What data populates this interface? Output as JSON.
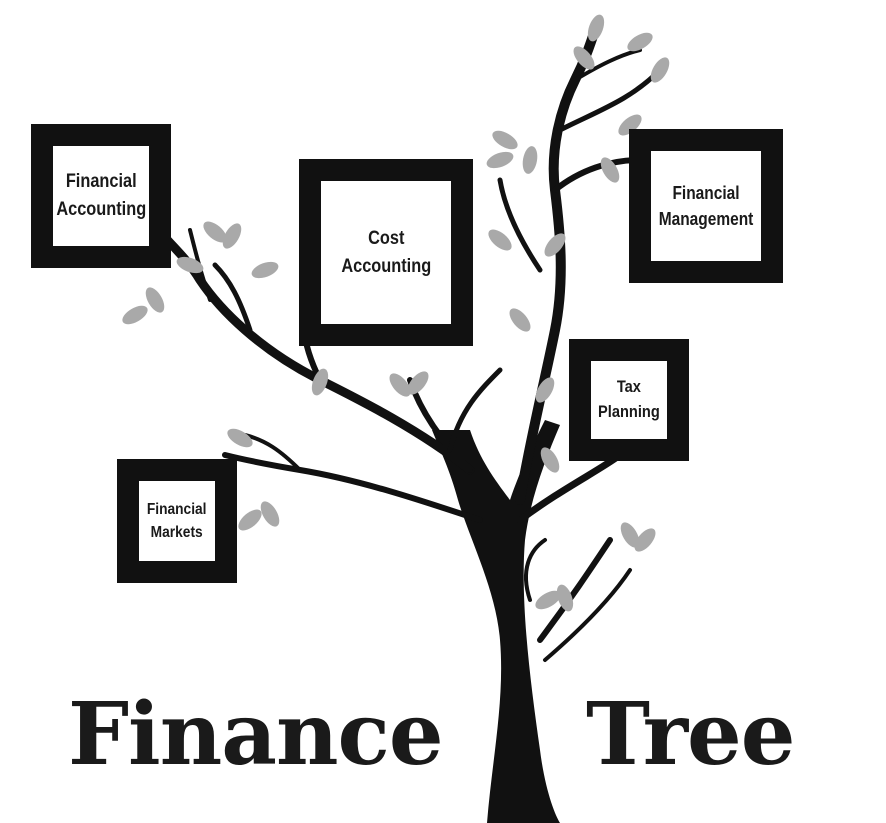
{
  "title": {
    "left_word": "Finance",
    "right_word": "Tree"
  },
  "frames": {
    "financial_accounting": {
      "line1": "Financial",
      "line2": "Accounting"
    },
    "cost_accounting": {
      "line1": "Cost",
      "line2": "Accounting"
    },
    "financial_management": {
      "line1": "Financial",
      "line2": "Management"
    },
    "tax_planning": {
      "line1": "Tax",
      "line2": "Planning"
    },
    "financial_markets": {
      "line1": "Financial",
      "line2": "Markets"
    }
  },
  "colors": {
    "trunk": "#111111",
    "leaf": "#a9a9a9",
    "frame": "#111111",
    "text": "#1a1a1a",
    "background": "#ffffff"
  },
  "icons": {
    "tree": "bare-tree-with-leaves",
    "frame_style": "ornate-picture-frame"
  }
}
